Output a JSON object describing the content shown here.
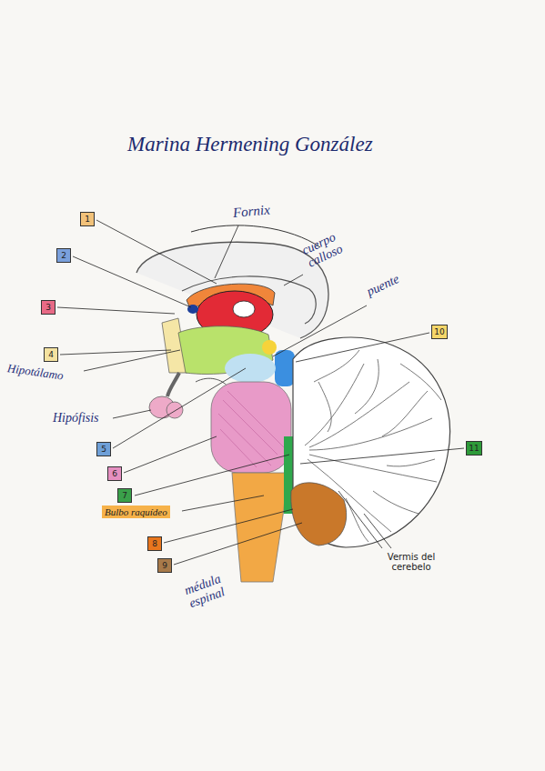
{
  "diagram": {
    "title": "Marina Hermening González",
    "labels": [
      "1",
      "Fornix",
      "cuerpo calloso",
      "2",
      "3",
      "puente",
      "4",
      "10",
      "Hipotálamo",
      "Hipófisis",
      "5",
      "6",
      "11",
      "7",
      "Bulbo raquídeo",
      "8",
      "9",
      "Vermis del cerebelo",
      "médula espinal"
    ]
  }
}
